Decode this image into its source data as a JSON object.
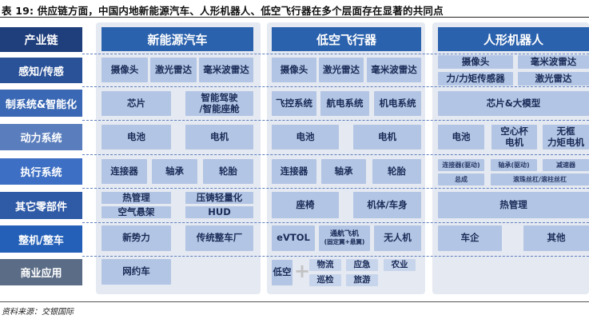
{
  "title": "表 19: 供应链方面，中国内地新能源汽车、人形机器人、低空飞行器在多个层面存在显著的共同点",
  "columns": {
    "ev": "新能源汽车",
    "air": "低空飞行器",
    "robot": "人形机器人"
  },
  "rows": [
    "产业链",
    "感知/传感",
    "制系统&智能化",
    "动力系统",
    "执行系统",
    "其它零部件",
    "整机/整车",
    "商业应用"
  ],
  "ev": {
    "sense": [
      "摄像头",
      "激光雷达",
      "毫米波雷达"
    ],
    "control": [
      "芯片",
      "智能驾驶\n/智能座舱"
    ],
    "power": [
      "电池",
      "电机"
    ],
    "actuator": [
      "连接器",
      "轴承",
      "轮胎"
    ],
    "parts": [
      "热管理",
      "空气悬架",
      "压铸轻量化",
      "HUD"
    ],
    "vehicle": [
      "新势力",
      "传统整车厂"
    ],
    "app": [
      "网约车"
    ]
  },
  "air": {
    "sense": [
      "摄像头",
      "激光雷达",
      "毫米波雷达"
    ],
    "control": [
      "飞控系统",
      "航电系统",
      "机电系统"
    ],
    "power": [
      "电池",
      "电机"
    ],
    "actuator": [
      "连接器",
      "轴承",
      "轮胎"
    ],
    "parts": [
      "座椅",
      "机体/车身"
    ],
    "vehicle": [
      "eVTOL",
      "通航飞机",
      "(固定翼+悬翼)",
      "无人机"
    ],
    "app": [
      "低空",
      "物流",
      "应急",
      "农业",
      "巡检",
      "旅游"
    ]
  },
  "robot": {
    "sense": [
      "摄像头",
      "毫米波雷达",
      "力/力矩传感器",
      "激光雷达"
    ],
    "control": [
      "芯片&大模型"
    ],
    "power": [
      "电池",
      "空心杯\n电机",
      "无框\n力矩电机"
    ],
    "actuator": [
      "连接器(驱动)",
      "轴承(驱动)",
      "减速器",
      "总成",
      "滚珠丝杠/滚柱丝杠"
    ],
    "parts": [
      "热管理"
    ],
    "vehicle": [
      "车企",
      "其他"
    ]
  },
  "source": "资料来源：交银国际"
}
